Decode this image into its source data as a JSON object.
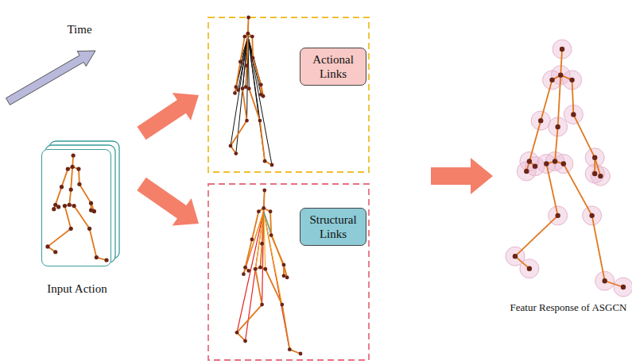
{
  "diagram": {
    "nodes": [
      {
        "text": [
          "Input Action"
        ]
      },
      {
        "text": [
          "Actional Links"
        ]
      },
      {
        "text": [
          "Structural Links"
        ]
      }
    ],
    "labels": [
      "Time",
      "Featur Response of ASGCN"
    ]
  }
}
